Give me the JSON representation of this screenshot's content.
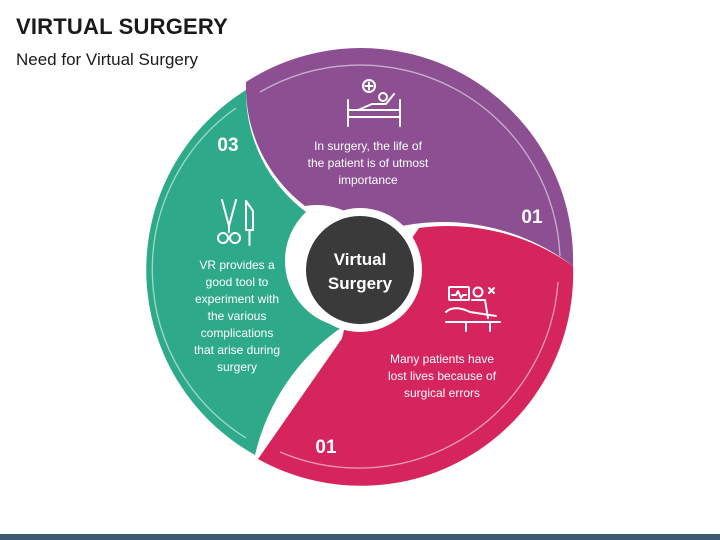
{
  "title": "VIRTUAL SURGERY",
  "subtitle": "Need for Virtual Surgery",
  "center": {
    "line1": "Virtual",
    "line2": "Surgery"
  },
  "colors": {
    "purple": "#8b4f92",
    "crimson": "#d6245c",
    "teal": "#2eaa8a",
    "center": "#3a3a3a",
    "footer": "#3d5a73"
  },
  "segments": [
    {
      "number": "01",
      "icon": "hospital-bed-icon",
      "lines": [
        "In surgery, the life of",
        "the patient is of utmost",
        "importance"
      ]
    },
    {
      "number": "01",
      "icon": "surgeon-monitor-icon",
      "lines": [
        "Many patients have",
        "lost lives because of",
        "surgical errors"
      ]
    },
    {
      "number": "03",
      "icon": "surgical-tools-icon",
      "lines": [
        "VR provides a",
        "good tool to",
        "experiment with",
        "the various",
        "complications",
        "that arise during",
        "surgery"
      ]
    }
  ]
}
